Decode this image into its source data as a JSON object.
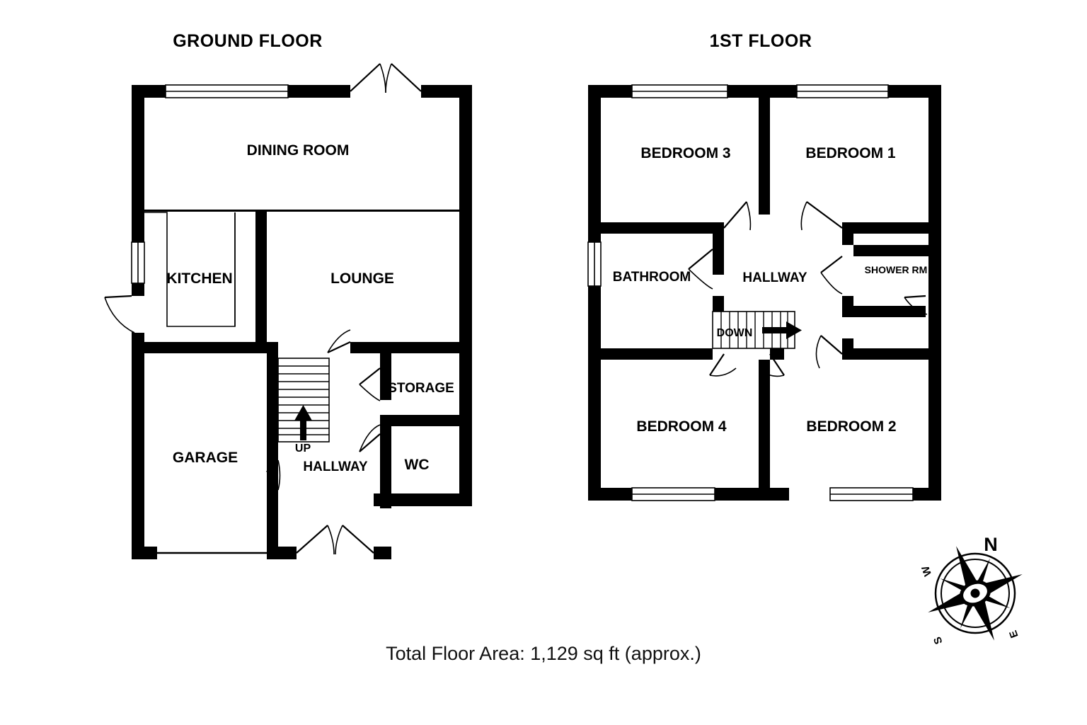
{
  "document": {
    "type": "floor-plan",
    "background_color": "#ffffff",
    "line_color": "#000000"
  },
  "floors": [
    {
      "id": "ground",
      "title": "GROUND FLOOR",
      "rooms": [
        {
          "name": "DINING ROOM",
          "label_size": "lg"
        },
        {
          "name": "KITCHEN",
          "label_size": "lg"
        },
        {
          "name": "LOUNGE",
          "label_size": "lg"
        },
        {
          "name": "GARAGE",
          "label_size": "lg"
        },
        {
          "name": "STORAGE",
          "label_size": "md"
        },
        {
          "name": "HALLWAY",
          "label_size": "md"
        },
        {
          "name": "WC",
          "label_size": "lg"
        }
      ],
      "stairs": {
        "label": "UP",
        "direction": "up"
      }
    },
    {
      "id": "first",
      "title": "1ST FLOOR",
      "rooms": [
        {
          "name": "BEDROOM 3",
          "label_size": "lg"
        },
        {
          "name": "BEDROOM 1",
          "label_size": "lg"
        },
        {
          "name": "BATHROOM",
          "label_size": "md"
        },
        {
          "name": "HALLWAY",
          "label_size": "md"
        },
        {
          "name": "SHOWER RM",
          "label_size": "xs"
        },
        {
          "name": "BEDROOM 4",
          "label_size": "lg"
        },
        {
          "name": "BEDROOM 2",
          "label_size": "lg"
        }
      ],
      "stairs": {
        "label": "DOWN",
        "direction": "down"
      }
    }
  ],
  "labels": {
    "ground_title": "GROUND FLOOR",
    "first_title": "1ST FLOOR",
    "dining_room": "DINING ROOM",
    "kitchen": "KITCHEN",
    "lounge": "LOUNGE",
    "garage": "GARAGE",
    "storage": "STORAGE",
    "hallway_ground": "HALLWAY",
    "wc": "WC",
    "up": "UP",
    "bedroom_3": "BEDROOM 3",
    "bedroom_1": "BEDROOM 1",
    "bathroom": "BATHROOM",
    "hallway_first": "HALLWAY",
    "shower_room": "SHOWER RM",
    "bedroom_4": "BEDROOM 4",
    "bedroom_2": "BEDROOM 2",
    "down": "DOWN"
  },
  "compass": {
    "north": "N",
    "east": "E",
    "south": "S",
    "west": "W"
  },
  "footer": {
    "total_area_text": "Total Floor Area: 1,129 sq ft (approx.)"
  }
}
